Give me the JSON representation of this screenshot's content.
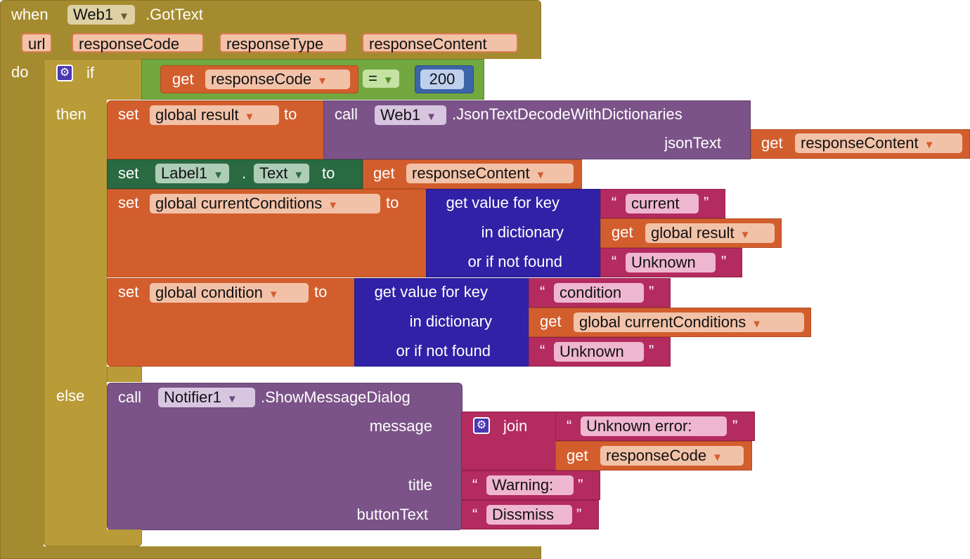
{
  "event": {
    "when": "when",
    "component": "Web1",
    "event_name": ".GotText",
    "params": [
      "url",
      "responseCode",
      "responseType",
      "responseContent"
    ],
    "do": "do"
  },
  "if_block": {
    "if": "if",
    "then": "then",
    "else": "else",
    "condition": {
      "get": "get",
      "var": "responseCode",
      "op": "=",
      "value": "200"
    }
  },
  "stmt1": {
    "set": "set",
    "var": "global result",
    "to": "to",
    "call": "call",
    "component": "Web1",
    "method": ".JsonTextDecodeWithDictionaries",
    "arg_label": "jsonText",
    "arg_get": "get",
    "arg_var": "responseContent"
  },
  "stmt2": {
    "set": "set",
    "component": "Label1",
    "dot": ".",
    "property": "Text",
    "to": "to",
    "get": "get",
    "var": "responseContent"
  },
  "stmt3": {
    "set": "set",
    "var": "global currentConditions",
    "to": "to",
    "lookup": "get value for key",
    "in_dict": "in dictionary",
    "not_found": "or if not found",
    "key": "current",
    "dict_get": "get",
    "dict_var": "global result",
    "default": "Unknown"
  },
  "stmt4": {
    "set": "set",
    "var": "global condition",
    "to": "to",
    "lookup": "get value for key",
    "in_dict": "in dictionary",
    "not_found": "or if not found",
    "key": "condition",
    "dict_get": "get",
    "dict_var": "global currentConditions",
    "default": "Unknown"
  },
  "else_stmt": {
    "call": "call",
    "component": "Notifier1",
    "method": ".ShowMessageDialog",
    "message_label": "message",
    "title_label": "title",
    "button_label": "buttonText",
    "join": "join",
    "join_text": "Unknown error:",
    "join_get": "get",
    "join_var": "responseCode",
    "title_text": "Warning:",
    "button_text": "Dissmiss"
  },
  "quotes": {
    "open": "“",
    "close": "”"
  },
  "icons": {
    "gear": "gear-icon",
    "dropdown": "dropdown-arrow-icon"
  },
  "colors": {
    "event": "#a58b2f",
    "variables": "#d35e2d",
    "logic": "#72a83f",
    "math": "#3c65a8",
    "component_call": "#7b5388",
    "component_set": "#2a6a43",
    "dictionary": "#3021a6",
    "text": "#b42b5f"
  }
}
